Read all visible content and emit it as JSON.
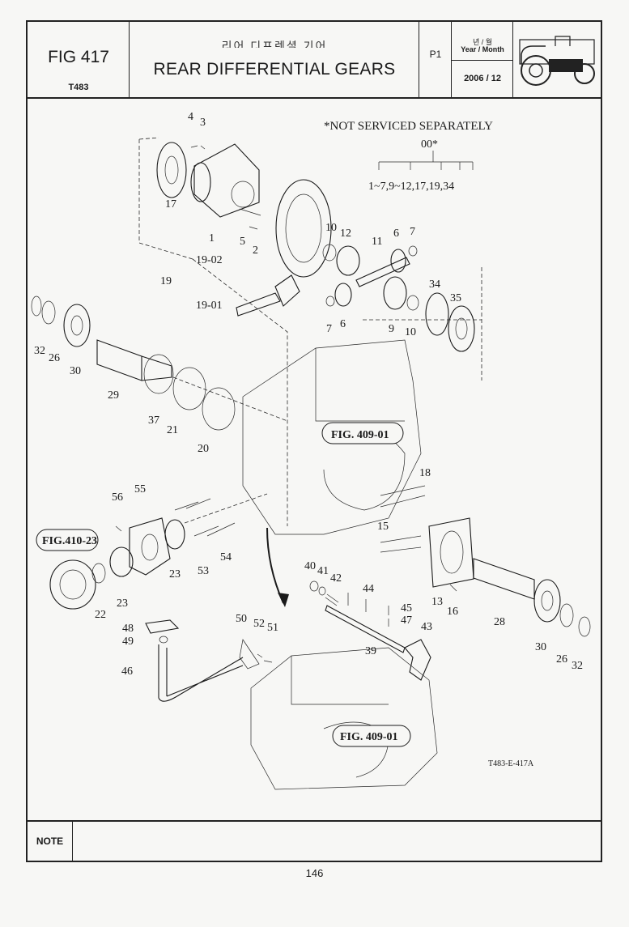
{
  "header": {
    "fig_number": "FIG 417",
    "model": "T483",
    "title_ko": "리어 디프렌셜 기어",
    "title_en": "REAR DIFFERENTIAL GEARS",
    "page": "P1",
    "year_month_ko": "년 / 월",
    "year_month_en": "Year / Month",
    "date": "2006 / 12"
  },
  "diagram": {
    "note_top": "*NOT SERVICED SEPARATELY",
    "assembly_code": "00*",
    "assembly_range": "1~7,9~12,17,19,34",
    "refs": [
      "FIG. 409-01",
      "FIG.410-23",
      "FIG. 409-01"
    ],
    "drawing_code": "T483-E-417A",
    "labels": [
      "4",
      "3",
      "17",
      "1",
      "5",
      "2",
      "10",
      "12",
      "11",
      "6",
      "7",
      "19-02",
      "19",
      "19-01",
      "7",
      "6",
      "9",
      "10",
      "34",
      "35",
      "32",
      "26",
      "30",
      "29",
      "37",
      "21",
      "20",
      "18",
      "56",
      "55",
      "15",
      "23",
      "53",
      "54",
      "23",
      "22",
      "13",
      "16",
      "28",
      "30",
      "26",
      "32",
      "40",
      "41",
      "42",
      "44",
      "45",
      "47",
      "43",
      "39",
      "48",
      "49",
      "46",
      "50",
      "52",
      "51"
    ]
  },
  "note": {
    "label": "NOTE",
    "text": ""
  },
  "footer": {
    "page_number": "146"
  }
}
